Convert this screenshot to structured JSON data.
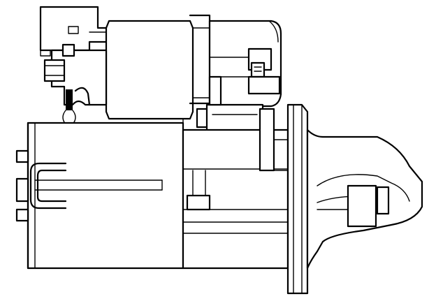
{
  "diagram": {
    "colors": {
      "line": "#000000",
      "background": "#ffffff"
    },
    "parts": [
      "solenoid-connector",
      "solenoid-body",
      "terminal-stud",
      "drive-housing",
      "mounting-flange",
      "motor-housing",
      "through-bolt",
      "pinion-nose"
    ]
  }
}
